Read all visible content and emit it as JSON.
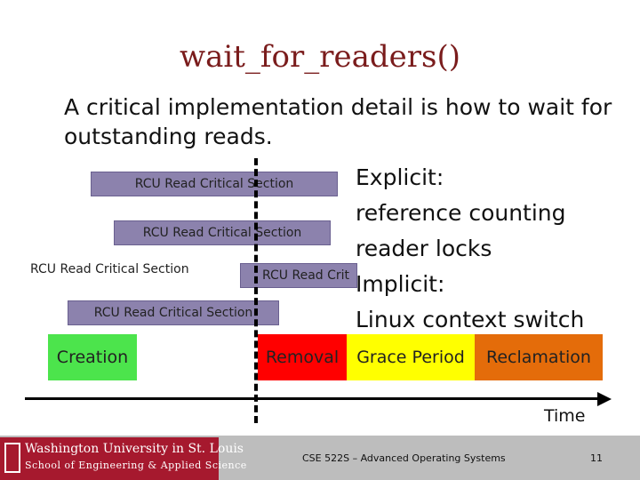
{
  "slide": {
    "title": "wait_for_readers()",
    "body": "A critical implementation detail is how to wait for outstanding reads.",
    "list": [
      "Explicit:",
      "reference counting",
      "reader locks",
      "Implicit:",
      "Linux context switch"
    ]
  },
  "diagram": {
    "rcu_label": "RCU Read Critical Section",
    "rcu_label_truncated": "RCU Read Crit",
    "phases": [
      "Creation",
      "Removal",
      "Grace Period",
      "Reclamation"
    ],
    "phase_colors": [
      "#4ce44c",
      "#ff0000",
      "#ffff00",
      "#e46c0a"
    ],
    "time_label": "Time"
  },
  "footer": {
    "logo_line1": "Washington University in St. Louis",
    "logo_line2": "School of Engineering & Applied Science",
    "course": "CSE 522S – Advanced Operating Systems",
    "page_number": "11"
  }
}
